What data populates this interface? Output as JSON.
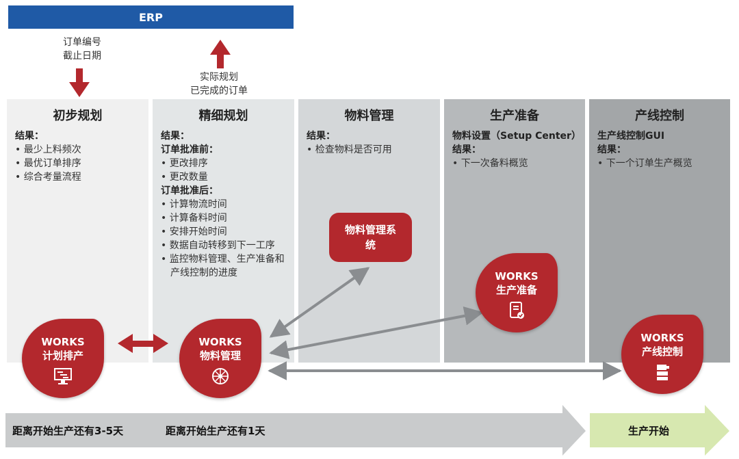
{
  "erp": {
    "label": "ERP"
  },
  "notes": {
    "down": [
      "订单编号",
      "截止日期"
    ],
    "up": [
      "实际规划",
      "已完成的订单"
    ]
  },
  "columns": [
    {
      "title": "初步规划",
      "lines": [
        {
          "kind": "lbl",
          "text": "结果："
        },
        {
          "kind": "bul",
          "text": "最少上料频次"
        },
        {
          "kind": "bul",
          "text": "最优订单排序"
        },
        {
          "kind": "bul",
          "text": "综合考量流程"
        }
      ]
    },
    {
      "title": "精细规划",
      "lines": [
        {
          "kind": "lbl",
          "text": "结果："
        },
        {
          "kind": "lbl",
          "text": "订单批准前："
        },
        {
          "kind": "bul",
          "text": "更改排序"
        },
        {
          "kind": "bul",
          "text": "更改数量"
        },
        {
          "kind": "lbl",
          "text": "订单批准后："
        },
        {
          "kind": "bul",
          "text": "计算物流时间"
        },
        {
          "kind": "bul",
          "text": "计算备料时间"
        },
        {
          "kind": "bul",
          "text": "安排开始时间"
        },
        {
          "kind": "bul",
          "text": "数据自动转移到下一工序"
        },
        {
          "kind": "bul",
          "text": "监控物料管理、生产准备和产线控制的进度"
        }
      ]
    },
    {
      "title": "物料管理",
      "lines": [
        {
          "kind": "lbl",
          "text": "结果："
        },
        {
          "kind": "bul",
          "text": "检查物料是否可用"
        }
      ]
    },
    {
      "title": "生产准备",
      "lines": [
        {
          "kind": "lbl",
          "text": "物料设置（Setup Center）"
        },
        {
          "kind": "lbl",
          "text": "结果："
        },
        {
          "kind": "bul",
          "text": "下一次备料概览"
        }
      ]
    },
    {
      "title": "产线控制",
      "lines": [
        {
          "kind": "lbl",
          "text": "生产线控制GUI"
        },
        {
          "kind": "lbl",
          "text": "结果："
        },
        {
          "kind": "bul",
          "text": "下一个订单生产概览"
        }
      ]
    }
  ],
  "system_box": {
    "label": "物料管理系统"
  },
  "badges": [
    {
      "line1": "WORKS",
      "line2": "计划排产"
    },
    {
      "line1": "WORKS",
      "line2": "物料管理"
    },
    {
      "line1": "WORKS",
      "line2": "生产准备"
    },
    {
      "line1": "WORKS",
      "line2": "产线控制"
    }
  ],
  "timeline": {
    "left_label": "距离开始生产还有3-5天",
    "mid_label": "距离开始生产还有1天",
    "right_label": "生产开始"
  },
  "colors": {
    "erp_blue": "#1f5aa6",
    "accent_red": "#b3282d",
    "timeline_gray": "#c9cbcc",
    "timeline_green": "#d7e8b0"
  },
  "icons": [
    "arrow-down-icon",
    "arrow-up-icon",
    "screen-chart-icon",
    "reel-icon",
    "tablet-check-icon",
    "machine-icon"
  ]
}
